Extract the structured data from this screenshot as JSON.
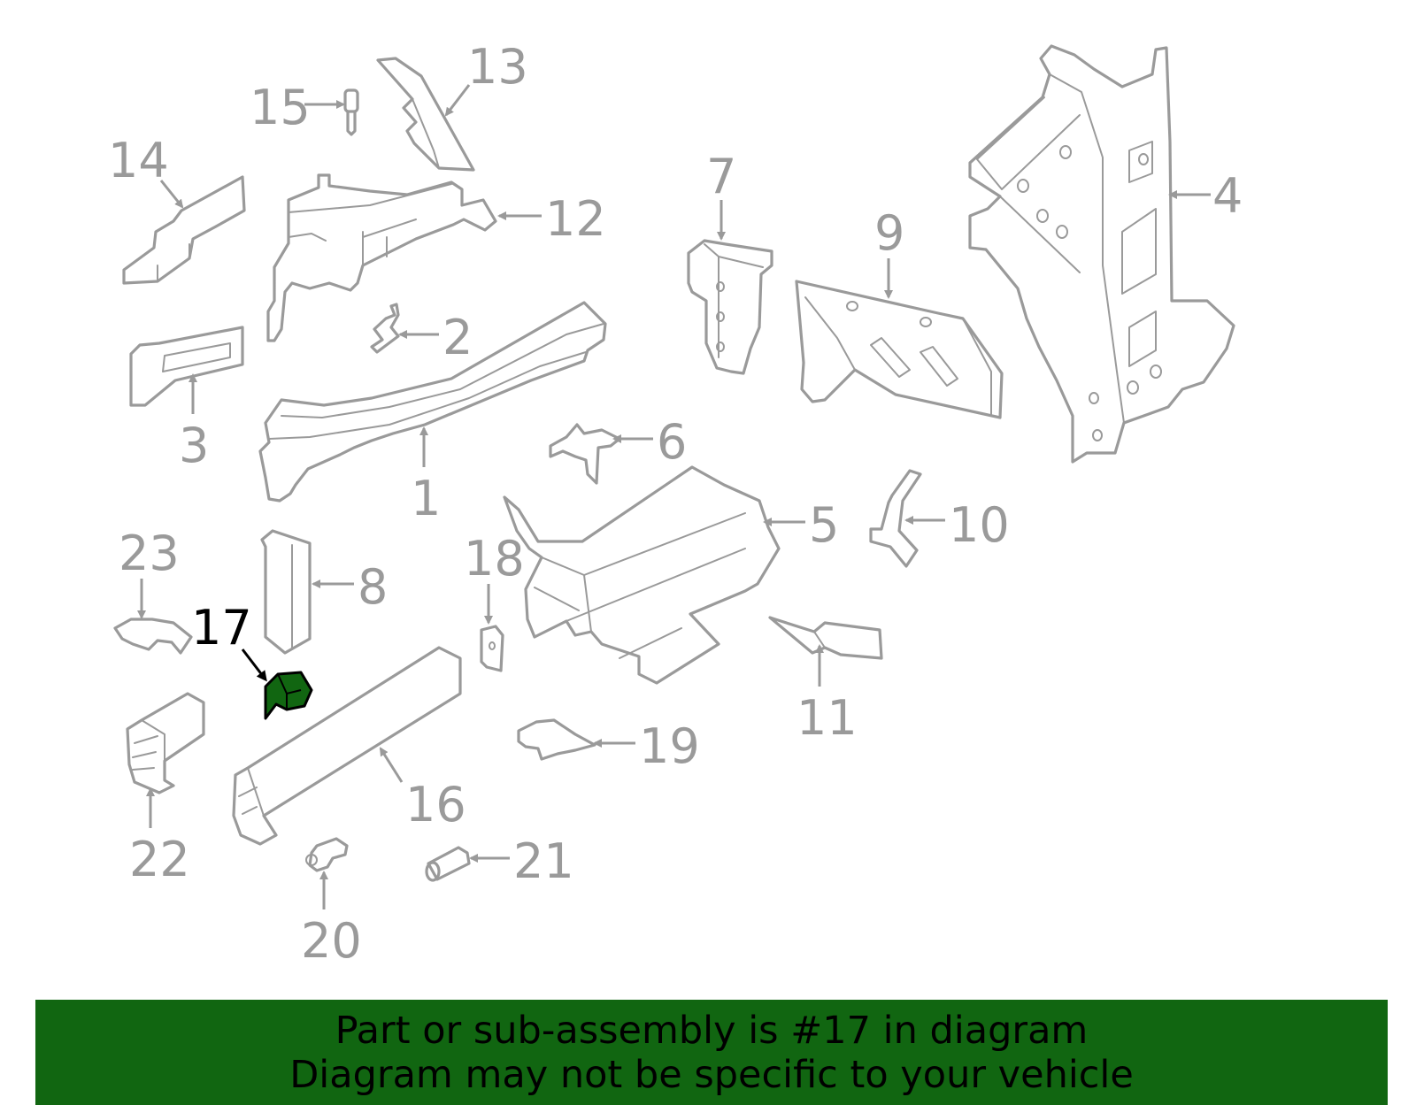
{
  "diagram": {
    "highlighted_part": "17",
    "highlight_color": "#116611",
    "line_color": "#9a9a9a",
    "callouts": [
      "1",
      "2",
      "3",
      "4",
      "5",
      "6",
      "7",
      "8",
      "9",
      "10",
      "11",
      "12",
      "13",
      "14",
      "15",
      "16",
      "17",
      "18",
      "19",
      "20",
      "21",
      "22",
      "23"
    ]
  },
  "banner": {
    "line1": "Part or sub-assembly is #17 in diagram",
    "line2": "Diagram may not be specific to your vehicle",
    "background": "#116611"
  }
}
